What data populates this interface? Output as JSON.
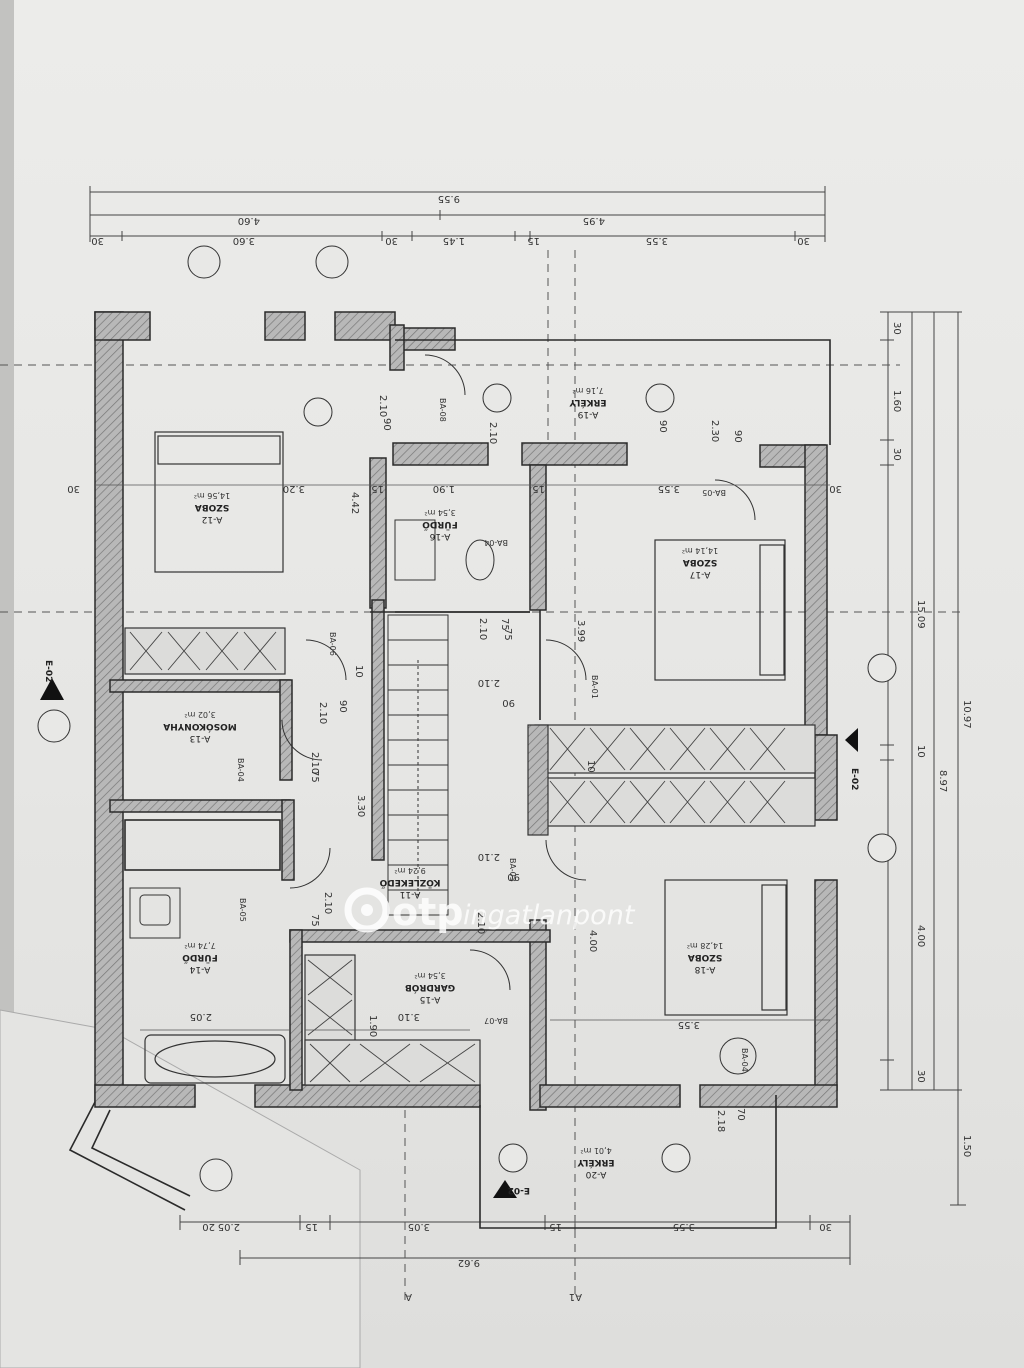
{
  "dimensions": {
    "top_total": "9.55",
    "top_left": "4.60",
    "top_right": "4.95",
    "top_seg": [
      "30",
      "3.60",
      "30",
      "1.45",
      "15",
      "3.55",
      "30"
    ],
    "bottom_total": "9.62",
    "bottom_seg": [
      "20",
      "2.05",
      "15",
      "3.05",
      "15",
      "3.55",
      "30"
    ],
    "right_total": "10.97",
    "right_mid": "8.97",
    "right_seg": [
      "30",
      "1.60",
      "30",
      "15.09",
      "10",
      "4.00",
      "30"
    ],
    "right_ext": "1.50",
    "interior": {
      "d30_left": "30",
      "d320": "3.20",
      "d15a": "15",
      "d190": "1.90",
      "d15b": "15",
      "d355": "3.55",
      "d30_right": "30",
      "d442": "4.42",
      "d330": "3.30",
      "d399": "3.99",
      "d400": "4.00",
      "d210a": "2.10",
      "d90a": "90",
      "d210b": "2.10",
      "d75a": "75",
      "d210c": "2.10",
      "d90b": "90",
      "d210d": "2.10",
      "d75b": "75",
      "d210e": "2.10",
      "d90c": "90",
      "d210f": "2.10",
      "d75c": "75",
      "d205": "2.05",
      "d310": "3.10",
      "d355b": "3.55",
      "d190b": "1.90",
      "d210g": "2.10",
      "d90d": "90",
      "d210h": "2.10",
      "d90e": "90",
      "d230": "2.30",
      "d90f": "90",
      "d218": "2.18",
      "d70": "70",
      "d10a": "10",
      "d10b": "10",
      "d75d": "75",
      "d210i": "2.10"
    }
  },
  "rooms": {
    "a12": {
      "code": "A-12",
      "name": "SZOBA",
      "area": "14,56 m²"
    },
    "a13": {
      "code": "A-13",
      "name": "MOSÓKONYHA",
      "area": "3,02 m²"
    },
    "a14": {
      "code": "A-14",
      "name": "FÜRDŐ",
      "area": "7,74 m²"
    },
    "a15": {
      "code": "A-15",
      "name": "GARDRÓB",
      "area": "3,54 m²"
    },
    "a16": {
      "code": "A-16",
      "name": "FÜRDŐ",
      "area": "3,54 m²"
    },
    "a17": {
      "code": "A-17",
      "name": "SZOBA",
      "area": "14,14 m²"
    },
    "a18": {
      "code": "A-18",
      "name": "SZOBA",
      "area": "14,28 m²"
    },
    "a11": {
      "code": "A-11",
      "name": "KÖZLEKEDŐ",
      "area": "9,24 m²"
    },
    "a19": {
      "code": "A-19",
      "name": "ERKÉLY",
      "area": "7,16 m²"
    },
    "a20": {
      "code": "A-20",
      "name": "ERKÉLY",
      "area": "4,01 m²"
    }
  },
  "doors": [
    "BA-06",
    "BA-04",
    "BA-05",
    "BA-08",
    "BA-01",
    "BA-04",
    "BA-05",
    "BA-07",
    "BA-03",
    "BA-04"
  ],
  "sections": {
    "left_marker": "E-02",
    "right_marker": "E-02",
    "bottom_marker": "E-02",
    "axis_a": "A",
    "axis_a1": "A1"
  },
  "watermark": {
    "brand": "otp",
    "rest": "ingatlanpont"
  },
  "colors": {
    "paper": "#e8e8e6",
    "wall_fill": "#9a9a9a",
    "line": "#2a2a2a",
    "watermark": "#ffffff"
  }
}
